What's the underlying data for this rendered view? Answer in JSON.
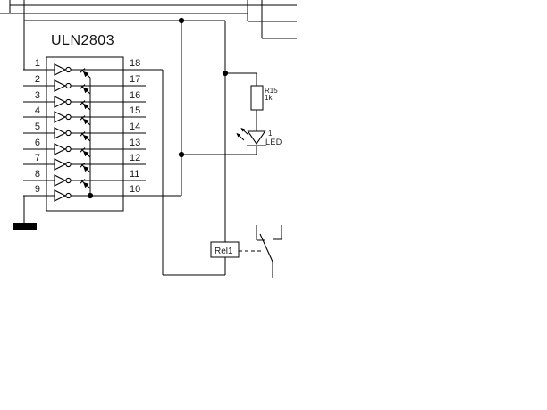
{
  "schematic": {
    "ic": {
      "title": "ULN2803",
      "left_pins": [
        "1",
        "2",
        "3",
        "4",
        "5",
        "6",
        "7",
        "8",
        "9"
      ],
      "right_pins": [
        "18",
        "17",
        "16",
        "15",
        "14",
        "13",
        "12",
        "11",
        "10"
      ]
    },
    "resistor": {
      "ref": "R15",
      "value": "1k"
    },
    "led": {
      "designator": "1",
      "label": "LED"
    },
    "relay": {
      "ref": "Rel1"
    },
    "colors": {
      "wire": "#000000",
      "text": "#1a1a1a",
      "background": "#ffffff"
    }
  }
}
